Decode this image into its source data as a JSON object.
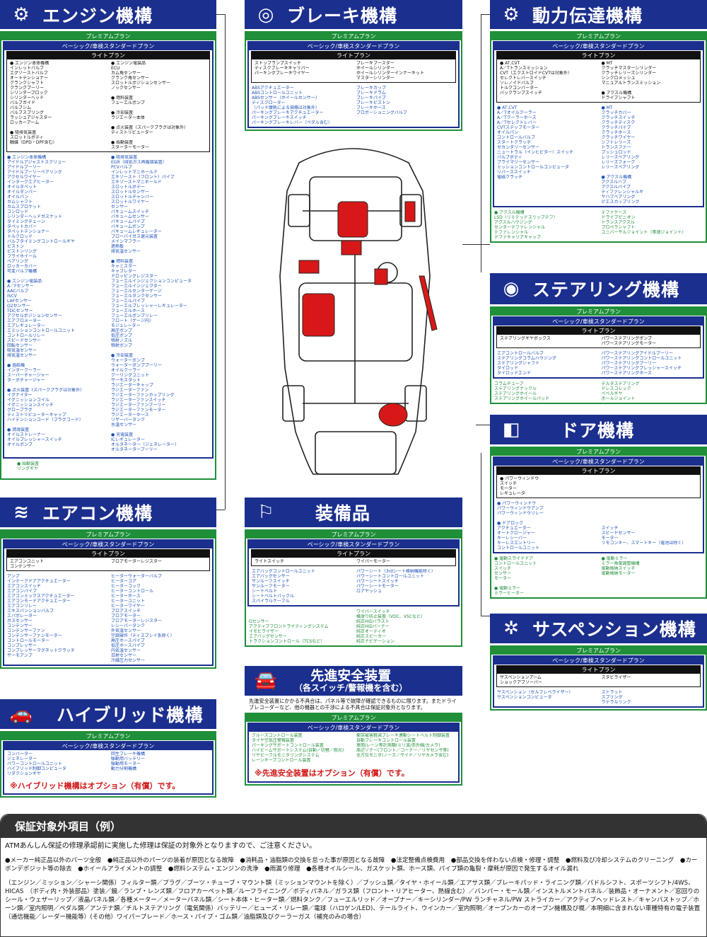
{
  "engine": {
    "title": "エンジン機構",
    "icon": "mechanic-icon",
    "bands": {
      "premium": "プレミアムプラン",
      "basic": "ベーシック/車検スタンダードプラン",
      "lite": "ライトプラン"
    },
    "lite_left": [
      "● エンジン本体機構",
      "インレットバルブ",
      "エグゾーストバルブ",
      "オートテンショナー",
      "クランクシャフト",
      "クランクプーリー",
      "シリンダーブロック",
      "シリンダーヘッド",
      "バルブガイド",
      "バルブシム",
      "バルブスプリング",
      "ラッシュアジャスター",
      "ロッカーアーム",
      "",
      "● 吸排気装置",
      "スロットルボディ",
      "触媒（DPD・DPF含む）"
    ],
    "lite_right": [
      "● エンジン電装品",
      "ECU",
      "カム角センサー",
      "クランク角センサー",
      "スロットルポジションセンサー",
      "ノックセンサー",
      "",
      "● 燃料装置",
      "フューエルポンプ",
      "",
      "● 冷却装置",
      "ラジエーター本体",
      "",
      "● 点火装置（スパークプラグは対象外）",
      "ディストリビューター",
      "",
      "● 始動装置",
      "スターターモーター"
    ],
    "basic_left": [
      "● エンジン本体機構",
      "アイドルアジャストスクリュー",
      "アイドルプーリー",
      "アイドルプーリーベアリング",
      "アクセルワイヤー",
      "インタークエアヒーター",
      "オイルタペット",
      "オイルダンパー",
      "オイルパン",
      "カムシャフト",
      "カムスプロケット",
      "コンロッド",
      "シリンダーヘッドガスケット",
      "タイミングチェーン",
      "タペットカバー",
      "タペットテンショナー",
      "トルクロッド",
      "バルブタイミングコントロールギヤ",
      "ピストン",
      "ピストンリング",
      "フライホイール",
      "ベアリング",
      "ロッカーカバー",
      "可変バルブ機構",
      "",
      "● エンジン電装品",
      "A／Fセンサー",
      "AACバルブ",
      "ISCV",
      "LAFセンサー",
      "O2センサー",
      "TDCセンサー",
      "アクセルポジションセンサー",
      "エアフロメーター",
      "エアレギュレーター",
      "エミッションコントロールユニット",
      "コントロールリレー",
      "スピードセンサー",
      "回転センサー",
      "吸気温センサー",
      "排気温センサー",
      "",
      "● 過給機",
      "インタークーラー",
      "スーパーチャージャー",
      "ターボチャージャー",
      "",
      "● 点火装置（スパークプラグは対象外）",
      "イグナイター",
      "イグニッションコイル",
      "イグニッションスイッチ",
      "グロープラグ",
      "ディストリビューターキャップ",
      "ハイテンションコード（プラグコード）",
      "",
      "● 潤滑装置",
      "オイルストレーナー",
      "オイルプレッシャースイッチ",
      "オイルポンプ"
    ],
    "basic_right": [
      "● 吸排気装置",
      "EGR（排気ガス再循環装置）",
      "PCVバルブ",
      "インレットマニホールド",
      "エキゾースト（フロント）パイプ",
      "エキゾーストマニホールド",
      "スロットルボデー",
      "スロットルセンサー",
      "スロットルチャンバー",
      "スロットルワイヤー",
      "センサー",
      "バキュームスイッチ",
      "バキュームセンサー",
      "バキュームパイプ",
      "バキュームポンプ",
      "バキュームレギュレーター",
      "ブローバイガス還元装置",
      "メインマフラー",
      "遮熱板",
      "排気温センサー",
      "",
      "● 燃料装置",
      "キャニスター",
      "キャブレター",
      "ドロッピングレジスター",
      "フューエルインジェクションコンピュータ",
      "フューエルインジェクター",
      "フューエルセンダーゲージ",
      "フューエルタンクセンサー",
      "フューエルパイプ",
      "フューエルプレッシャーレギュレーター",
      "フューエルホース",
      "フューエルポンプリレー",
      "フロート（ゲージ内）",
      "モジュレーター",
      "高圧ポンプ",
      "低圧ポンプ",
      "噴射ノズル",
      "噴射ポンプ",
      "",
      "● 冷却装置",
      "ウォーターポンプ",
      "ウォーターポンププーリー",
      "オイルクーラー",
      "クーリングユニット",
      "サーモスタット",
      "ラジエーターキャップ",
      "ラジエーターファン",
      "ラジエーターファンカップリング",
      "ラジエーターファンスイッチ",
      "ラジエーターファンプーリー",
      "ラジエーターファンモーター",
      "ラジエーターホース",
      "リザーバータンク",
      "水温センサー",
      "",
      "● 充電装置",
      "ICレギュレーター",
      "オルタネーター（ジェネレーター）",
      "オルタネータープーリー"
    ],
    "premium_extra": [
      "● 始動装置",
      "リングギヤ"
    ]
  },
  "brake": {
    "title": "ブレーキ機構",
    "icon": "brake-disc-icon",
    "lite_left": [
      "ストップランプスイッチ",
      "ディスクブレーキキャリパー",
      "パーキングブレーキワイヤー"
    ],
    "lite_right": [
      "ブレーキブースター",
      "ホイールシリンダー",
      "ホイールシリンダーインナーキット",
      "マスターシリンダー"
    ],
    "basic_left": [
      "ABSアクチュエーター",
      "ABSコントロールユニット",
      "ABSセンサー（ホイールセンサー）",
      "ディスクローター",
      "（パッド摩耗による損傷は対象外）",
      "パーキングブレーキアクチュエーター",
      "パーキングブレーキスイッチ",
      "パーキングブレーキレバー（ペダル含む）"
    ],
    "basic_right": [
      "ブレーキカップ",
      "ブレーキドラム",
      "ブレーキパイプ",
      "ブレーキピストン",
      "ブレーキホース",
      "プロポーショニングバルブ"
    ]
  },
  "drivetrain": {
    "title": "動力伝達機構",
    "icon": "gear-icon",
    "lite_left": [
      "● AT,CVT",
      "A／Tトランスミッション",
      "CVT（エクストロイドCVTは対象外）",
      "セレクトレバースイッチ",
      "ソレノイドバルブ",
      "トルクコンバーター",
      "バックランプスイッチ"
    ],
    "lite_right": [
      "● MT",
      "クラッチマスターシリンダー",
      "クラッチレリーズシリンダー",
      "シンクロメッシュ",
      "マニュアルトランスミッション",
      "",
      "● アクスル機構",
      "ドライブシャフト"
    ],
    "basic_left": [
      "● AT,CVT",
      "A／Tオイルクーラー",
      "A／Tクーラーホース",
      "A／Tセレクトレバー",
      "CVTステップモーター",
      "オイルパン",
      "コントロールバルブ",
      "スタートクラッチ",
      "セカンダリーセンサー",
      "ニュートラル（インヒビター）スイッチ",
      "バルブボディ",
      "プライマリーセンサー",
      "ミッションコントロールコンピュータ",
      "リバーススイッチ",
      "電磁クラッチ"
    ],
    "basic_right": [
      "● MT",
      "クラッチカバー",
      "クラッチスイッチ",
      "クラッチディスク",
      "クラッチパイプ",
      "クラッチホース",
      "クラッチワイヤー",
      "シフトレリーズ",
      "トランスファー",
      "プッシュロッド",
      "レリーズベアリング",
      "レリーズフォーク",
      "レリーズベアリング",
      "",
      "● アクスル機構",
      "アクスルハブ",
      "アクスルパイプ",
      "ディファレンシャルギ",
      "ヤハブベアリング",
      "ピエスカップリング"
    ],
    "prem_left": [
      "● アクスル機構",
      "LSD（リミテッドスリップデフ）",
      "アクスルハウジング",
      "センターデファレンシャル",
      "デファレンシャル",
      "デファキャリアキャップ"
    ],
    "prem_right": [
      "デファケース",
      "ドライブピニオン",
      "トランスアクスル",
      "プロペラシャフト",
      "ユニバーサルジョイント（等速ジョイント）"
    ]
  },
  "steering": {
    "title": "ステアリング機構",
    "icon": "steering-wheel-icon",
    "lite_left": [
      "ステアリングギヤボックス"
    ],
    "lite_right": [
      "パワーステアリングポンプ",
      "パワーステアリングモーター"
    ],
    "basic_left": [
      "エアコントロールバルブ",
      "ステアリングコラムハウジング",
      "ステアリングシャフト",
      "タイロッド",
      "タイロッドエンド"
    ],
    "basic_right": [
      "パワーステアリングアイドルプーリー",
      "パワーステアリングコントロールユニット",
      "パワーステアリングプーリー",
      "パワーステアリングプレッシャースイッチ",
      "パワーステアリングホース"
    ],
    "prem_left": [
      "コラムチューブ",
      "ステアリングナックル",
      "ステアリングホイール",
      "ステアリングホイールパッド"
    ],
    "prem_right": [
      "デルタステアリング",
      "ドレスコレック",
      "ベベルギヤ",
      "ボールジョイント"
    ]
  },
  "door": {
    "title": "ドア機構",
    "icon": "car-door-icon",
    "lite_left": [
      "● パワーウィンドウ",
      "スイッチ",
      "モーター",
      "レギュレータ"
    ],
    "basic_left": [
      "● パワーウィンドウ",
      "パワーウィンドウアンプ",
      "パワーウィンドウリレー",
      "",
      "● ドアロック",
      "アクチュエーター",
      "オートクロージャー",
      "キーレシーバー",
      "キーレスエントリー",
      "コントロールユニット"
    ],
    "basic_right": [
      "",
      "",
      "",
      "",
      "",
      "スイッチ",
      "スピードセンサー",
      "モーター",
      "リモコンキー、スマートキー（電池は除く）"
    ],
    "prem_left": [
      "● 電動スライドドア",
      "コントロールユニット",
      "スイッチ",
      "センサー",
      "モーター",
      "",
      "● 電動ミラー",
      "ミラーヒーター"
    ],
    "prem_right": [
      "● 電動ミラー",
      "ミラー角度調整機構",
      "電動格納スイッチ",
      "電動格納モーター"
    ]
  },
  "aircon": {
    "title": "エアコン機構",
    "icon": "air-conditioner-icon",
    "lite_left": [
      "エアコンユニット",
      "コンデンサー"
    ],
    "lite_right": [
      "ブロアモーターレジスター"
    ],
    "basic_left": [
      "アンプ",
      "インテークドアアクチュエーター",
      "エアコンスイッチ",
      "エアコンパイプ",
      "エアコンミックスアクチュエーター",
      "エアコンモードアクチュエーター",
      "エアコンリレー",
      "エキスパンションバルブ",
      "エバポレーター",
      "ガスセンサー",
      "コンデンサー",
      "コンデンサーファン",
      "コンデンサーファンモーター",
      "コントロールモーター",
      "コンプレッサー",
      "コンプレッサーマグネットクラッチ",
      "サーモアンプ"
    ],
    "basic_right": [
      "ヒーターウォーターバルブ",
      "ヒーターコア",
      "ヒーターコック",
      "ヒーターコントロール",
      "ヒーターホース",
      "ヒーターユニット",
      "ヒーターワイヤー",
      "ブロアスイッチ",
      "ブロアモーター",
      "ブロアモーターレジスター",
      "レシーバータンク",
      "外気温センサー",
      "空調操作（ディスプレイ系除く）",
      "高圧ホースパイプ",
      "低圧ホースパイプ",
      "内気温センサー",
      "日射センサー",
      "冷媒圧力センサー"
    ]
  },
  "equipment": {
    "title": "装備品",
    "icon": "equipment-icon",
    "lite_left": [
      "ライトスイッチ"
    ],
    "lite_right": [
      "ワイパーモーター"
    ],
    "basic_left": [
      "エアバッグコントロールユニット",
      "エアバッグセンサー",
      "サンルーフスイッチ",
      "サンルーフモーター",
      "シートベルト",
      "シートベルトバックル",
      "スパイラルケーブル"
    ],
    "basic_right": [
      "パワーシート（3rdシート格納機能除く）",
      "パワーシートコントロールユニット",
      "パワーシートスイッチ",
      "パワーシートモーター",
      "ロアヤッシュ"
    ],
    "prem_left": [
      "",
      "",
      "Gセンサー",
      "アクティブフロントライティングシステム",
      "イモビライザー",
      "エアバッグセンサー",
      "トラクションコントロール（TCSなど）"
    ],
    "prem_right": [
      "ワイパースイッチ",
      "横滑り防止装置（VDC、VSCなど）",
      "純正HIDバラスト",
      "純正HIDバーナー",
      "純正オーディオ",
      "純正スピーカー",
      "純正ナビゲーション"
    ]
  },
  "hybrid": {
    "title": "ハイブリッド機構",
    "icon": "car-icon",
    "basic_left": [
      "コンバーター",
      "ジェネレーター",
      "パワーコントロールユニット",
      "ハイブリッド制御コンピュータ",
      "リダクションギヤ"
    ],
    "basic_right": [
      "回生ブレーキ機構",
      "駆動用バッテリー",
      "駆動用モーター",
      "動力分割機構"
    ],
    "note": "※ハイブリッド機構はオプション（有償）です。"
  },
  "adas": {
    "title": "先進安全装置",
    "subtitle": "（各スイッチ/警報機を含む）",
    "icon": "sensor-car-icon",
    "desc": "先進安全装置にかかる不具合は、パネル等で故障が確認できるものに限ります。またドライブレコーダーなど、他の機器との干渉による不具合は保証対象外となります。",
    "basic_left": [
      "クルーズコントロール装置",
      "タイヤ空気圧警報装置",
      "パーキングサポートコントロール装置",
      "ハイビームサポートシステム(自動／切替／照光)",
      "リヤビークルモニタリングシステム",
      "レーンキープコントロール装置"
    ],
    "basic_right": [
      "衝突被害軽減ブレーキ連動シートベルト制御装置",
      "自動ブレーキコントロール装置",
      "車間/レーン等計測類(ミリ波/赤外線/カメラ)",
      "周辺ソナー(フロント／コーナー／リヤセンサ等)",
      "全方位モニタ(ノーズ／サイド／リヤカメラ含む)"
    ],
    "note": "※先進安全装置はオプション（有償）です。"
  },
  "suspension": {
    "title": "サスペンション機構",
    "icon": "shock-absorber-icon",
    "lite_left": [
      "サスペンションアーム",
      "ショックアブソーバー"
    ],
    "lite_right": [
      "スタビライザー"
    ],
    "basic_left": [
      "サスペンション（セルフレベライザー）",
      "サスペンションコンピュータ"
    ],
    "basic_right": [
      "ストラット",
      "スプリング",
      "ラテラルリンク"
    ]
  },
  "footer": {
    "title": "保証対象外項目（例）",
    "lead": "ATMあんしん保証の修理承認前に実施した修理は保証の対象外となりますので、ご注意ください。",
    "bullets": "●メーカー純正品以外のパーツ全般　●純正品以外のパーツの装着が原因となる故障　●消耗品・油脂類の交換を怠った事が原因となる故障　●法定整備点検費用　●部品交換を伴わない点検・修理・調整　●燃料及び冷却システムのクリーニング　●カーボンデポジット等の除去　●ホイールアライメントの調整　●燃料システム・エンジンの洗浄　●雨漏り修理　●各種オイルシール、ガスケット類、ホース類、パイプ類の亀裂・摩耗が原因で発生するオイル漏れ",
    "list": "（エンジン／ミッション／シャーシ関係）フィルター類／プラグ／ブーツ・チューブ・マウント類（ミッションマウントを除く）／ブッシュ類／タイヤ・ホイール類／エアサス類／ブレーキパッド・ライニング類／パドルシフト、スポーツシフト/4WS、HICAS　（ボディ内・外装部品）塗装／鏡／ランプ・レンズ類／フロアカーペット類／ルーフライニング／ボディパネル／ガラス類（フロント・リアヒーター、熱線含む）／バンパー・モール類／インストルメントパネル／装飾品・オーナメント／窓回りのシール・ウェザーリップ／液晶パネル類／各種メーター／メーターパネル類／シート本体・ヒーター類／燃料タンク／フューエルリッド／オープナー／キーシリンダー/PW ランチャネル/PW ストライカー／アクティブヘッドレスト／キャンバストップ／ホーン類／室内照明／ペダル類／アンテナ類／チルトステアリング（電気関係）バッテリー／ヒューズ・リレー類／電球（ハロゲン/LED)、テールライト、ウインカー／室内照明／オープンカーのオープン機構及び幌／本明細に含まれない車種特有の電子装置（通信機能／レーダー機能等）(その他）ワイパーブレード／ホース・パイプ・ゴム類／油脂類及びクーラーガス（補充のみの場合）"
  }
}
